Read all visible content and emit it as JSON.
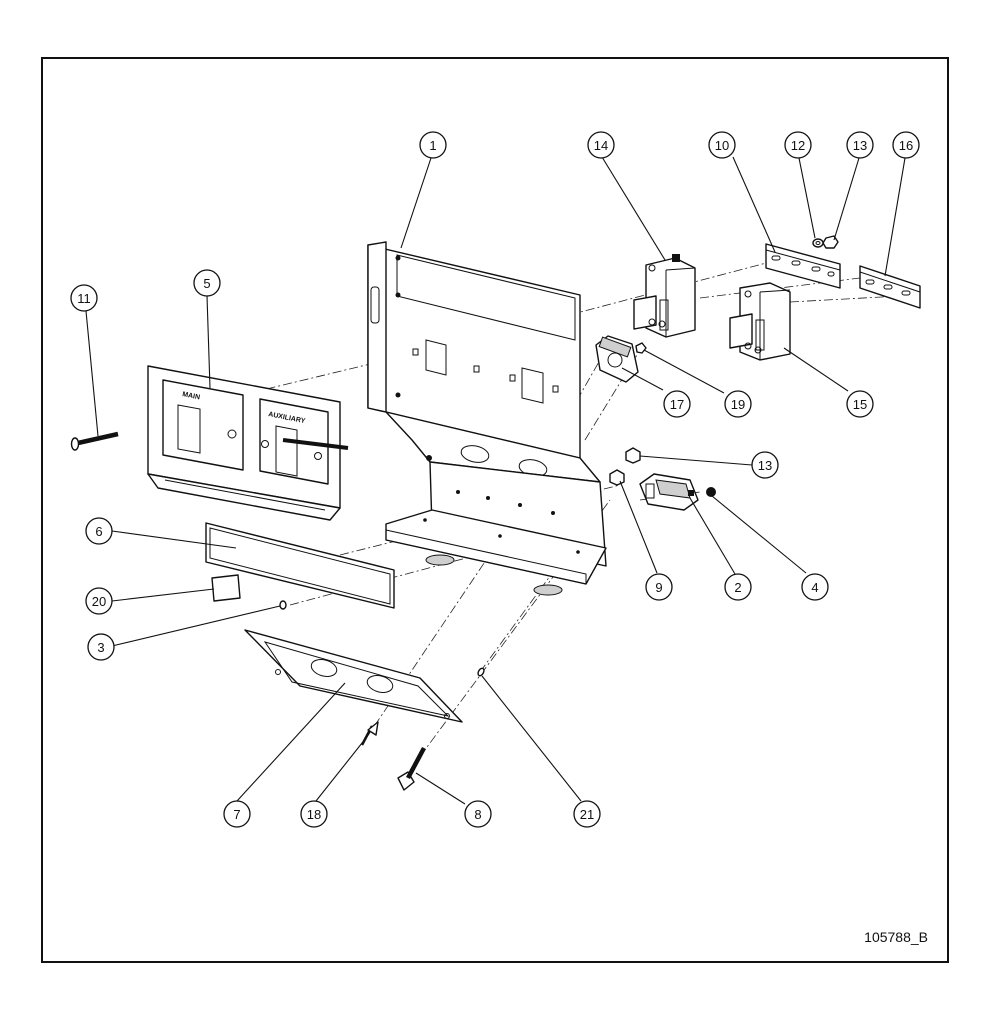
{
  "drawing": {
    "number": "105788_B",
    "panel_labels": {
      "main": "MAIN",
      "auxiliary": "AUXILIARY"
    }
  },
  "callouts": [
    "1",
    "2",
    "3",
    "4",
    "5",
    "6",
    "7",
    "8",
    "9",
    "10",
    "11",
    "12",
    "13",
    "14",
    "15",
    "16",
    "17",
    "18",
    "19",
    "20",
    "21"
  ],
  "callout_13_second": "13"
}
